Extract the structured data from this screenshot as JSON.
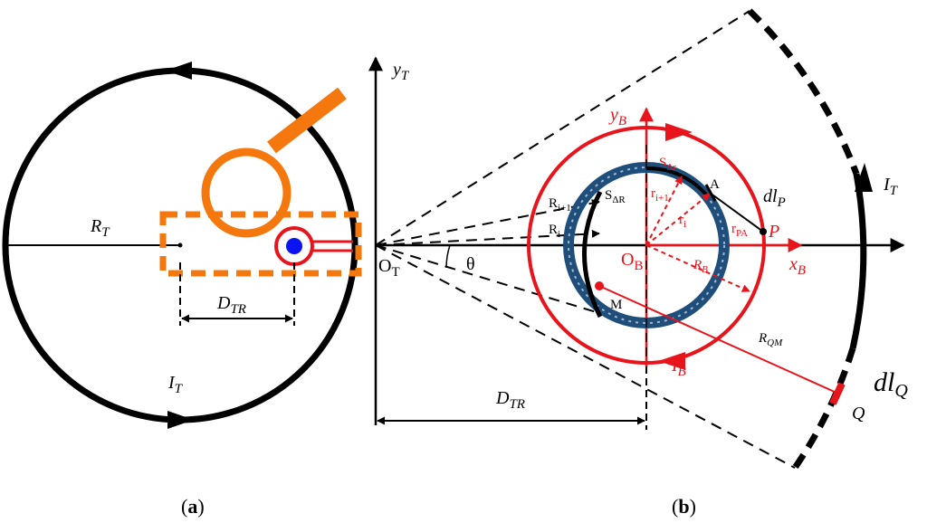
{
  "panel_a": {
    "caption_open": "(",
    "caption_letter": "a",
    "caption_close": ")",
    "radius_label": {
      "main": "R",
      "sub": "T"
    },
    "distance_label": {
      "main": "D",
      "sub": "TR"
    },
    "current_label": {
      "main": "I",
      "sub": "T"
    }
  },
  "panel_b": {
    "caption_open": "(",
    "caption_letter": "b",
    "caption_close": ")",
    "axis_yT": {
      "main": "y",
      "sub": "T"
    },
    "axis_yB": {
      "main": "y",
      "sub": "B"
    },
    "axis_xB": {
      "main": "x",
      "sub": "B"
    },
    "origin_T": {
      "main": "O",
      "sub": "T"
    },
    "origin_B": {
      "main": "O",
      "sub": "B"
    },
    "theta": "θ",
    "S_dr": {
      "main": "S",
      "sub": "Δr"
    },
    "S_dR": {
      "main": "S",
      "sub": "ΔR"
    },
    "R_i1": {
      "main": "R",
      "sub": "i+1"
    },
    "R_i": {
      "main": "R",
      "sub": "i"
    },
    "r_i1": {
      "main": "r",
      "sub": "i+1"
    },
    "r_i": {
      "main": "r",
      "sub": "i"
    },
    "r_PA": {
      "main": "r",
      "sub": "PA"
    },
    "R_B": {
      "main": "R",
      "sub": "B"
    },
    "R_QM": {
      "main": "R",
      "sub": "QM"
    },
    "point_A": "A",
    "point_P": "P",
    "point_M": "M",
    "point_Q": "Q",
    "dl_P": {
      "main": "dl",
      "sub": "P"
    },
    "dl_Q": {
      "main": "dl",
      "sub": "Q"
    },
    "I_T": {
      "main": "I",
      "sub": "T"
    },
    "I_B": {
      "main": "I",
      "sub": "B"
    },
    "D_TR": {
      "main": "D",
      "sub": "TR"
    }
  },
  "colors": {
    "black": "#000000",
    "red": "#e8141c",
    "orange": "#f5780f",
    "navy": "#1f4e7a",
    "blue_dot": "#0a14f0"
  }
}
